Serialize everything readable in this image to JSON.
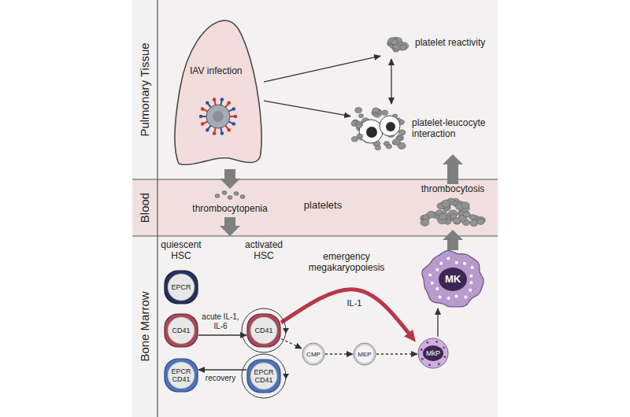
{
  "diagram": {
    "nodes": [
      {
        "text": [
          "Pulmonary Tissue"
        ]
      },
      {
        "text": [
          "IAV infection"
        ],
        "in": 0
      },
      {
        "text": [
          "platelet reactivity"
        ],
        "in": 0
      },
      {
        "text": [
          "platelet-leucocyte interaction"
        ],
        "in": 0
      },
      {
        "text": [
          "Blood"
        ]
      },
      {
        "text": [
          "thrombocytopenia"
        ],
        "in": 4
      },
      {
        "text": [
          "thrombocytosis"
        ],
        "in": 4
      },
      {
        "text": [
          "Bone Marrow"
        ]
      },
      {
        "text": [
          "EPCR"
        ],
        "in": 7
      },
      {
        "text": [
          "CD41"
        ],
        "in": 7
      },
      {
        "text": [
          "EPCR CD41"
        ],
        "in": 7
      },
      {
        "text": [
          "CD41"
        ],
        "in": 7
      },
      {
        "text": [
          "EPCR CD41"
        ],
        "in": 7
      },
      {
        "text": [
          "CMP"
        ],
        "in": 7
      },
      {
        "text": [
          "MEP"
        ],
        "in": 7
      },
      {
        "text": [
          "MkP"
        ],
        "in": 7
      },
      {
        "text": [
          "MK"
        ],
        "in": 7
      }
    ],
    "edges": [
      {
        "from": 1,
        "to": 2,
        "arrow": "to"
      },
      {
        "from": 1,
        "to": 3,
        "arrow": "to"
      },
      {
        "from": 2,
        "to": 3,
        "arrow": "both"
      },
      {
        "from": 1,
        "to": 5,
        "arrow": "to"
      },
      {
        "from": 5,
        "to": 7,
        "arrow": "to"
      },
      {
        "from": 16,
        "to": 6,
        "arrow": "to"
      },
      {
        "from": 6,
        "to": 3,
        "arrow": "to"
      },
      {
        "from": 9,
        "to": 11,
        "label": "acute IL-1, IL-6",
        "arrow": "to"
      },
      {
        "from": 12,
        "to": 10,
        "label": "recovery",
        "arrow": "to"
      },
      {
        "from": 11,
        "to": 13,
        "arrow": "to"
      },
      {
        "from": 13,
        "to": 14,
        "arrow": "to"
      },
      {
        "from": 14,
        "to": 15,
        "arrow": "to"
      },
      {
        "from": 11,
        "to": 15,
        "label": "IL-1",
        "arrow": "to"
      },
      {
        "from": 15,
        "to": 16,
        "arrow": "to"
      }
    ],
    "labels": [
      "platelets",
      "quiescent HSC",
      "activated HSC",
      "emergency megakaryopoiesis"
    ]
  }
}
